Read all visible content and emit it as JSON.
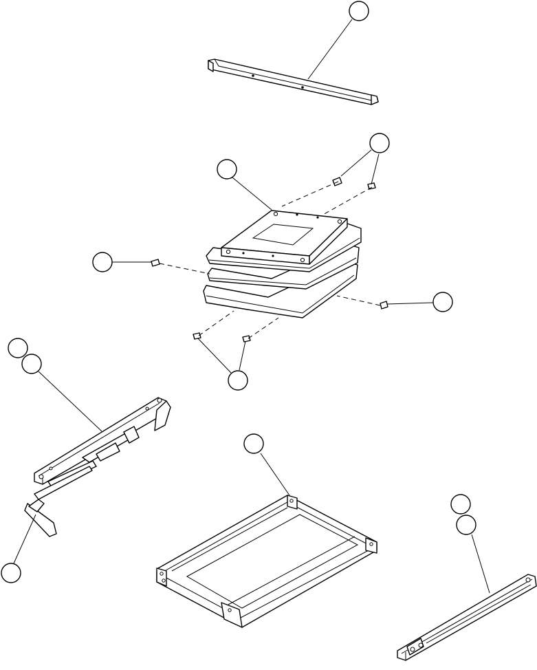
{
  "diagram": {
    "balloons": [
      {
        "id": "callout-1",
        "label": ""
      },
      {
        "id": "callout-2",
        "label": ""
      },
      {
        "id": "callout-3",
        "label": ""
      },
      {
        "id": "callout-4",
        "label": ""
      },
      {
        "id": "callout-5",
        "label": ""
      },
      {
        "id": "callout-6",
        "label": ""
      },
      {
        "id": "callout-7a",
        "label": ""
      },
      {
        "id": "callout-7b",
        "label": ""
      },
      {
        "id": "callout-8",
        "label": ""
      },
      {
        "id": "callout-9",
        "label": ""
      },
      {
        "id": "callout-10a",
        "label": ""
      },
      {
        "id": "callout-10b",
        "label": ""
      }
    ]
  }
}
